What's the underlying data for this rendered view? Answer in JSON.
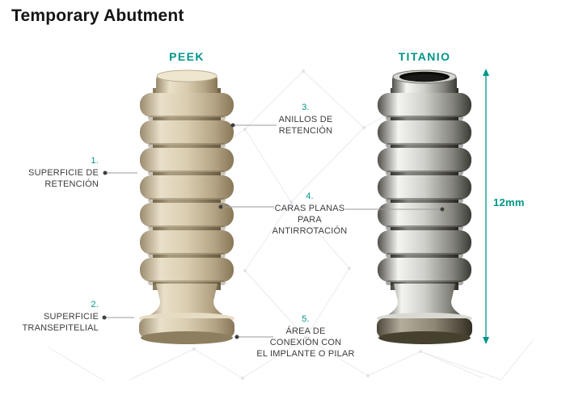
{
  "title": "Temporary Abutment",
  "colors": {
    "accent": "#009688",
    "peek_body": "#d9cdb0",
    "titanium_body": "#c6c6c1"
  },
  "materials": {
    "left_label": "PEEK",
    "right_label": "TITANIO"
  },
  "callouts": {
    "c1": {
      "num": "1.",
      "lines": [
        "SUPERFICIE DE",
        "RETENCIÓN"
      ]
    },
    "c2": {
      "num": "2.",
      "lines": [
        "SUPERFICIE",
        "TRANSEPITELIAL"
      ]
    },
    "c3": {
      "num": "3.",
      "lines": [
        "ANILLOS DE",
        "RETENCIÓN"
      ]
    },
    "c4": {
      "num": "4.",
      "lines": [
        "CARAS PLANAS",
        "PARA",
        "ANTIRROTACIÓN"
      ]
    },
    "c5": {
      "num": "5.",
      "lines": [
        "ÁREA DE",
        "CONEXIÓN CON",
        "EL IMPLANTE O PILAR"
      ]
    }
  },
  "dimension": {
    "label": "12mm"
  }
}
